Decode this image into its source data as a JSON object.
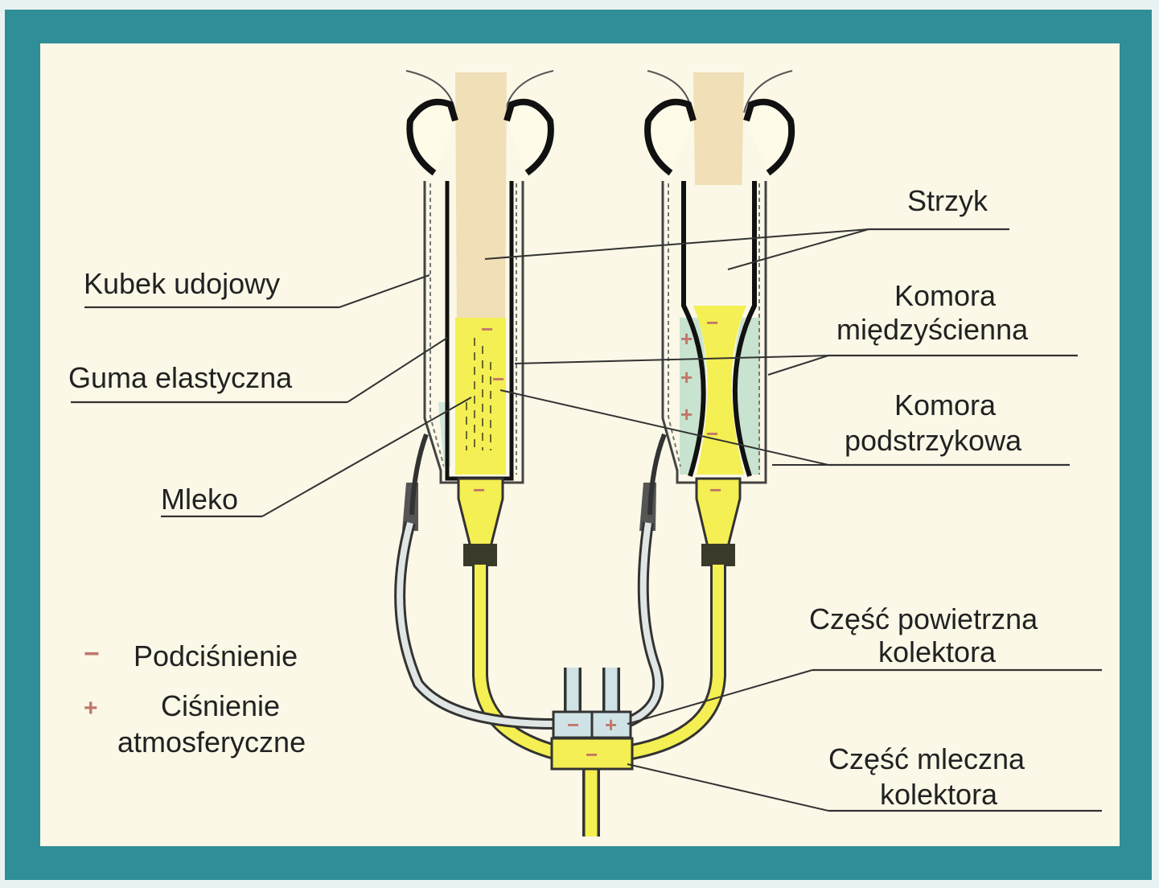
{
  "labels": {
    "strzyk": "Strzyk",
    "kubek": "Kubek udojowy",
    "komora_mieedzyscienna_1": "Komora",
    "komora_mieedzyscienna_2": "międzyścienna",
    "guma": "Guma elastyczna",
    "komora_podstrzykowa_1": "Komora",
    "komora_podstrzykowa_2": "podstrzykowa",
    "mleko": "Mleko",
    "czesc_powietrzna_1": "Część powietrzna",
    "czesc_powietrzna_2": "kolektora",
    "czesc_mleczna_1": "Część mleczna",
    "czesc_mleczna_2": "kolektora"
  },
  "legend": {
    "minus_symbol": "−",
    "minus_text": "Podciśnienie",
    "plus_symbol": "+",
    "plus_text_1": "Ciśnienie",
    "plus_text_2": "atmosferyczne"
  },
  "colors": {
    "frame": "#2f8e98",
    "panel": "#fbf8e7",
    "teat": "#f0dfb7",
    "milk": "#f4ef52",
    "air_chamber": "#c8e3cf",
    "sign": "#c2776a"
  }
}
